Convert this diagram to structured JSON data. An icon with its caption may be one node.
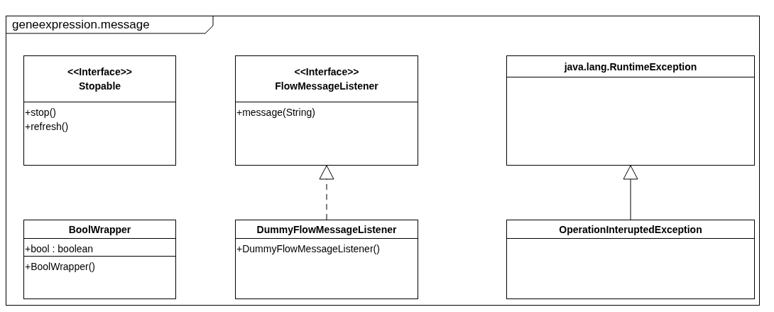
{
  "diagram": {
    "nodes": [
      {
        "text": [
          "geneexpression.message"
        ]
      },
      {
        "text": [
          "<<Interface>>",
          "Stopable",
          "+stop()",
          "+refresh()"
        ],
        "in": 0
      },
      {
        "text": [
          "<<Interface>>",
          "FlowMessageListener",
          "+message(String)"
        ],
        "in": 0
      },
      {
        "text": [
          "java.lang.RuntimeException"
        ],
        "in": 0
      },
      {
        "text": [
          "BoolWrapper",
          "+bool : boolean",
          "+BoolWrapper()"
        ],
        "in": 0
      },
      {
        "text": [
          "DummyFlowMessageListener",
          "+DummyFlowMessageListener()"
        ],
        "in": 0
      },
      {
        "text": [
          "OperationInteruptedException"
        ],
        "in": 0
      }
    ],
    "edges": [
      {
        "from": 5,
        "to": 2,
        "arrow": "to",
        "style": "dashed"
      },
      {
        "from": 6,
        "to": 3,
        "arrow": "to"
      }
    ]
  }
}
